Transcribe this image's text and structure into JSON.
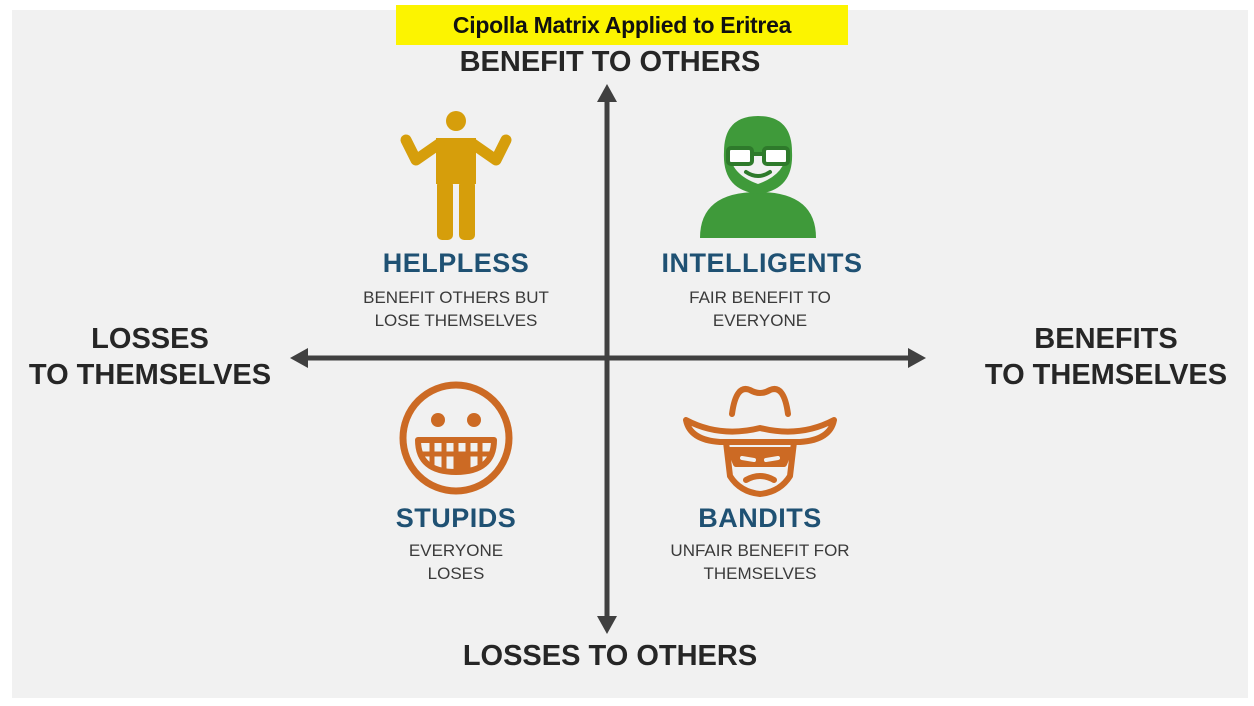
{
  "title": "Cipolla Matrix Applied to Eritrea",
  "axes": {
    "top": "BENEFIT TO OTHERS",
    "bottom": "LOSSES TO OTHERS",
    "left": [
      "LOSSES",
      "TO THEMSELVES"
    ],
    "right": [
      "BENEFITS",
      "TO THEMSELVES"
    ]
  },
  "quadrants": {
    "helpless": {
      "title": "HELPLESS",
      "desc": [
        "BENEFIT OTHERS BUT",
        "LOSE THEMSELVES"
      ],
      "color": "#d69e0b",
      "icon": "shrugging-person-icon"
    },
    "intelligents": {
      "title": "INTELLIGENTS",
      "desc": [
        "FAIR BENEFIT TO",
        "EVERYONE"
      ],
      "color": "#3f9a3a",
      "icon": "person-with-glasses-icon"
    },
    "stupids": {
      "title": "STUPIDS",
      "desc": [
        "EVERYONE",
        "LOSES"
      ],
      "color": "#cc6a24",
      "icon": "goofy-face-icon"
    },
    "bandits": {
      "title": "BANDITS",
      "desc": [
        "UNFAIR BENEFIT FOR",
        "THEMSELVES"
      ],
      "color": "#cc6a24",
      "icon": "masked-bandit-icon"
    }
  },
  "colors": {
    "title_banner": "#fcf400",
    "quadrant_title": "#1f5173",
    "axis": "#404040"
  }
}
